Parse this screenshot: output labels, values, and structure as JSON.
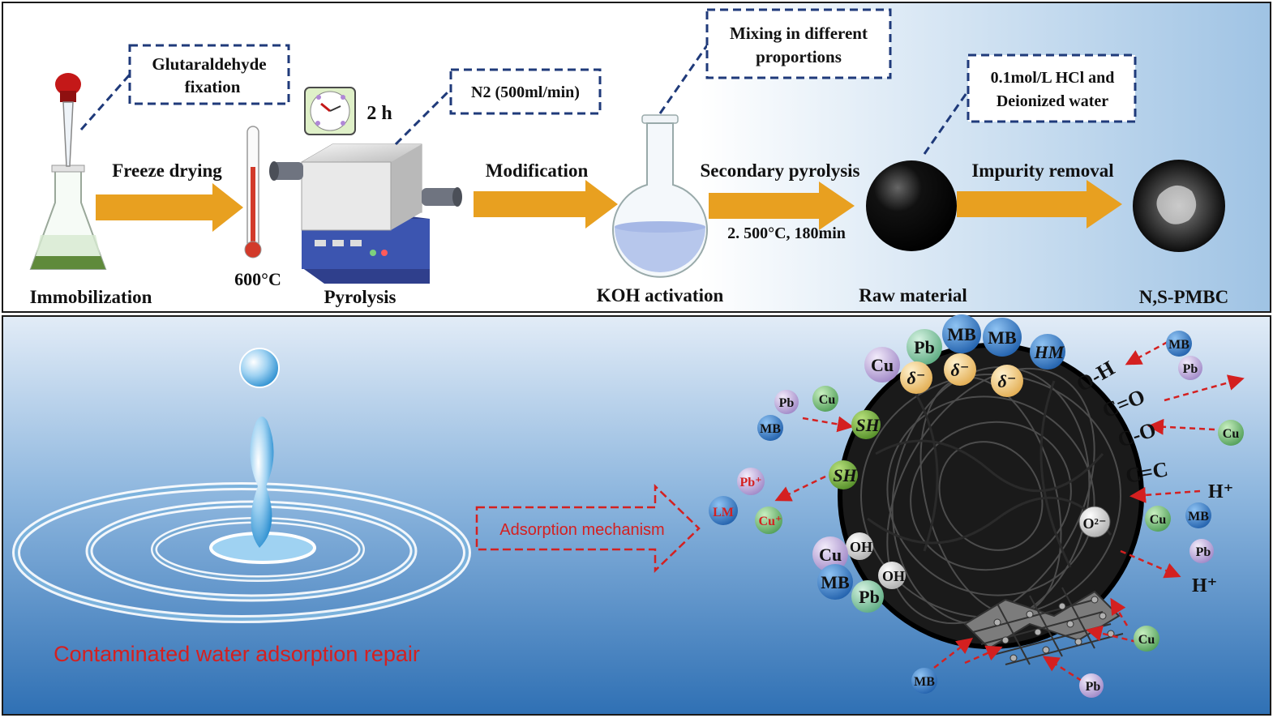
{
  "colors": {
    "arrow": "#e8a020",
    "dash_box": "#1f3a7a",
    "red_text": "#d42020",
    "panel_top_right": "#9fc3e4",
    "panel_bottom_top": "#dfeaf6",
    "panel_bottom_bottom": "#2f74b8",
    "mb": "#2d73c0",
    "pb": "#7fc8a0",
    "cu": "#c7b3e0",
    "delta": "#f3d08a",
    "sh": "#8bc34a",
    "oh": "#e6e6e6"
  },
  "top_panel": {
    "boxes": {
      "glutaraldehyde_line1": "Glutaraldehyde",
      "glutaraldehyde_line2": "fixation",
      "n2": "N2 (500ml/min)",
      "mixing_line1": "Mixing in different",
      "mixing_line2": "proportions",
      "hcl_line1": "0.1mol/L HCl and",
      "hcl_line2": "Deionized water"
    },
    "arrow_labels": {
      "freeze": "Freeze drying",
      "modification": "Modification",
      "secondary": "Secondary pyrolysis",
      "secondary_cond": "2. 500°C, 180min",
      "impurity": "Impurity removal"
    },
    "stages": {
      "immobilization": "Immobilization",
      "temp": "600°C",
      "pyrolysis": "Pyrolysis",
      "time": "2 h",
      "koh": "KOH activation",
      "raw": "Raw material",
      "product": "N,S-PMBC"
    }
  },
  "bottom_panel": {
    "caption": "Contaminated water adsorption repair",
    "mechanism": "Adsorption mechanism",
    "groups": {
      "oh_bond": "O-H",
      "co_double": "C=O",
      "co_single": "C-O",
      "cc_double": "C=C",
      "o2": "O²⁻",
      "hplus_top": "H⁺",
      "hplus_bottom": "H⁺"
    },
    "labels": {
      "mb": "MB",
      "pb": "Pb",
      "cu": "Cu",
      "hm": "HM",
      "delta": "δ⁻",
      "sh": "SH",
      "oh": "OH",
      "pbplus": "Pb⁺",
      "cuplus": "Cu⁺",
      "lm": "LM"
    }
  }
}
